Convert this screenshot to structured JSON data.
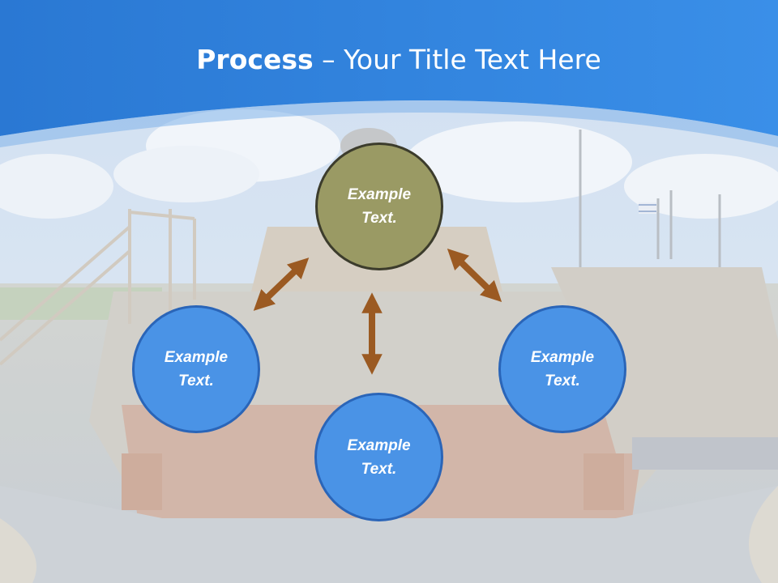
{
  "slide": {
    "title_bold": "Process",
    "title_rest": "– Your Title Text Here"
  },
  "nodes": {
    "top": {
      "label": "Example Text."
    },
    "left": {
      "label": "Example Text."
    },
    "right": {
      "label": "Example Text."
    },
    "bottom": {
      "label": "Example Text."
    }
  },
  "colors": {
    "header_blue": "#2b7fd9",
    "node_top_fill": "#9a9a64",
    "node_blue_fill": "#4a93e6",
    "arrow_brown": "#9b5a22"
  }
}
